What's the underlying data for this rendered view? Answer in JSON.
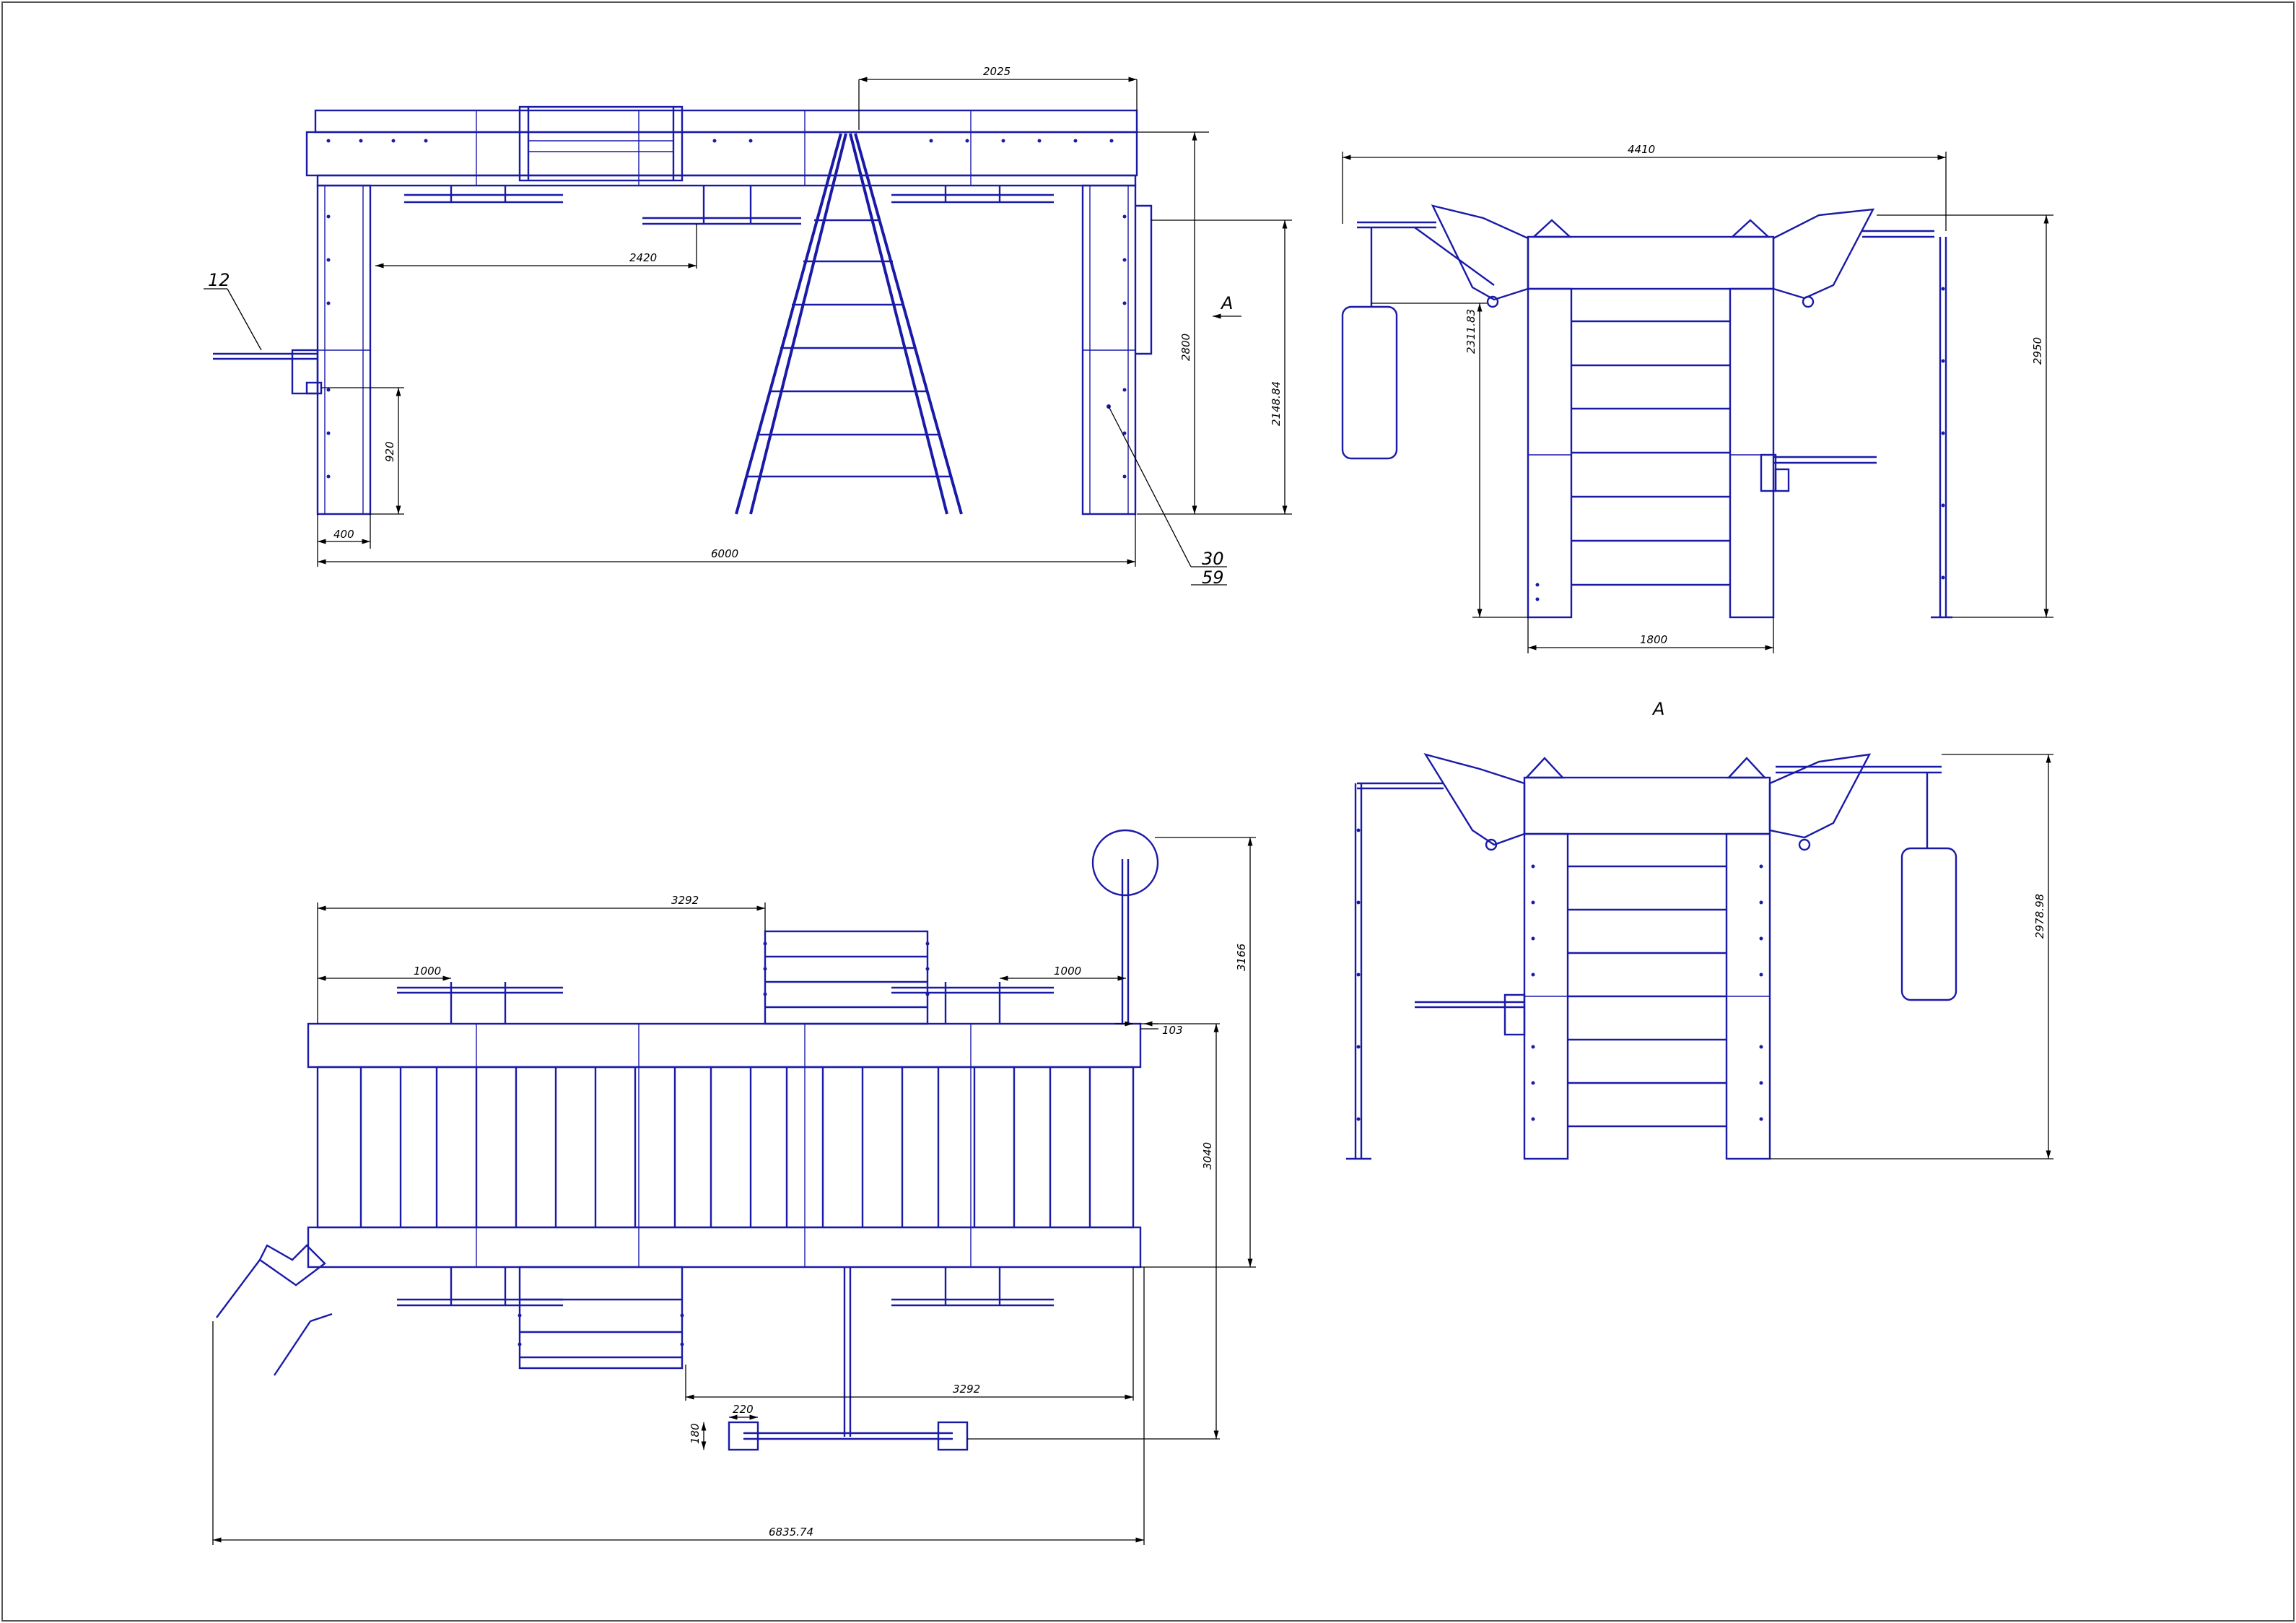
{
  "views": {
    "front": {
      "dims": {
        "top_offset": "2025",
        "bar_reach": "2420",
        "height_total": "2800",
        "height_frame": "2148.84",
        "side_bar_height": "920",
        "post_width": "400",
        "overall_length": "6000"
      },
      "callouts": {
        "part": "12",
        "leader_top": "30",
        "leader_bottom": "59"
      },
      "view_arrow": "A"
    },
    "side": {
      "dims": {
        "width_total": "4410",
        "bag_height": "2311.83",
        "height_total": "2950",
        "ladder_width": "1800"
      }
    },
    "section_a": {
      "title": "A",
      "dims": {
        "height_total": "2978.98"
      }
    },
    "plan": {
      "dims": {
        "top_span": "3292",
        "bar_left": "1000",
        "bar_right": "1000",
        "offset": "103",
        "width": "3040",
        "width_outer": "3166",
        "bottom_span": "3292",
        "plate_w": "220",
        "plate_h": "180",
        "overall": "6835.74"
      }
    }
  }
}
